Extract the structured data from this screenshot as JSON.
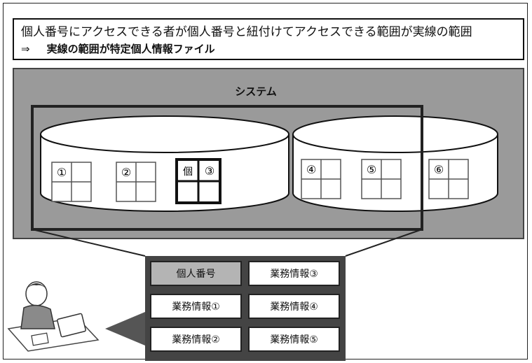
{
  "header": {
    "line1": "個人番号にアクセスできる者が個人番号と紐付けてアクセスできる範囲が実線の範囲",
    "line2_arrow": "⇒",
    "line2_text": "実線の範囲が特定個人情報ファイル"
  },
  "system": {
    "title": "システム"
  },
  "tables": {
    "t1": "①",
    "t2": "②",
    "t3_tag": "個",
    "t3": "③",
    "t4": "④",
    "t5": "⑤",
    "t6": "⑥"
  },
  "info": {
    "r1c1": "個人番号",
    "r1c2": "業務情報③",
    "r2c1": "業務情報①",
    "r2c2": "業務情報④",
    "r3c1": "業務情報②",
    "r3c2": "業務情報⑤"
  },
  "colors": {
    "system_bg": "#9a9a9a",
    "highlight_cell": "#b4b4b4"
  },
  "icons": {
    "user": "person-at-laptop-icon"
  }
}
